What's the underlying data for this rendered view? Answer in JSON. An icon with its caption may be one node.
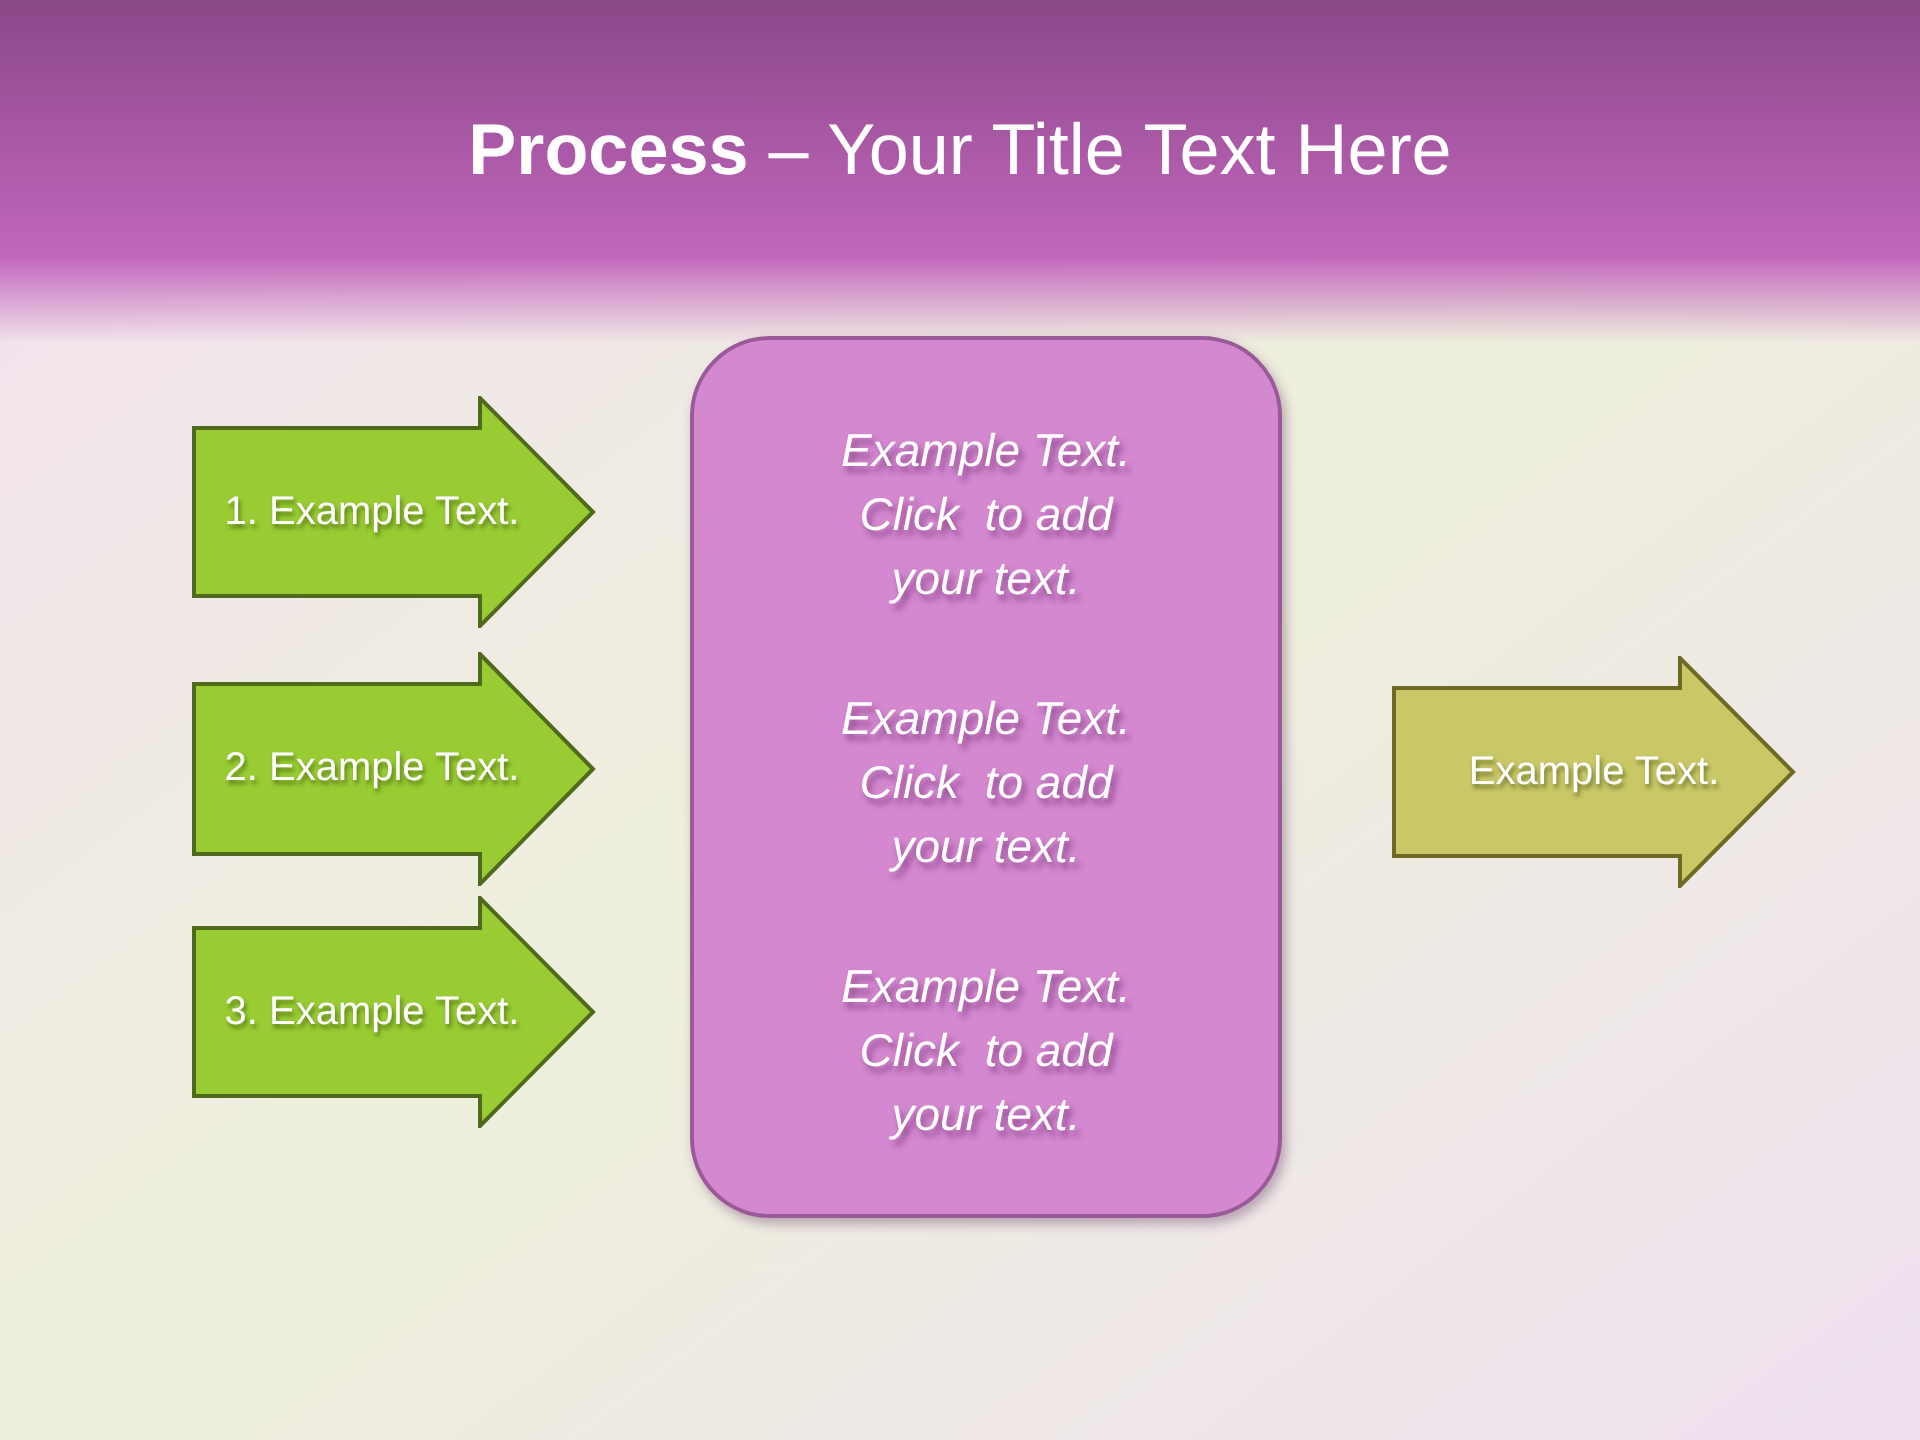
{
  "diagram": {
    "title": "**Process** – Your Title Text Here",
    "nodes": [
      {
        "text": [
          "1. Example Text."
        ]
      },
      {
        "text": [
          "2. Example Text."
        ]
      },
      {
        "text": [
          "3. Example Text."
        ]
      },
      {
        "text": [
          "Example Text. Click  to add your text.",
          "Example Text. Click  to add your text.",
          "Example Text. Click  to add your text."
        ]
      },
      {
        "text": [
          "Example Text."
        ]
      }
    ]
  }
}
